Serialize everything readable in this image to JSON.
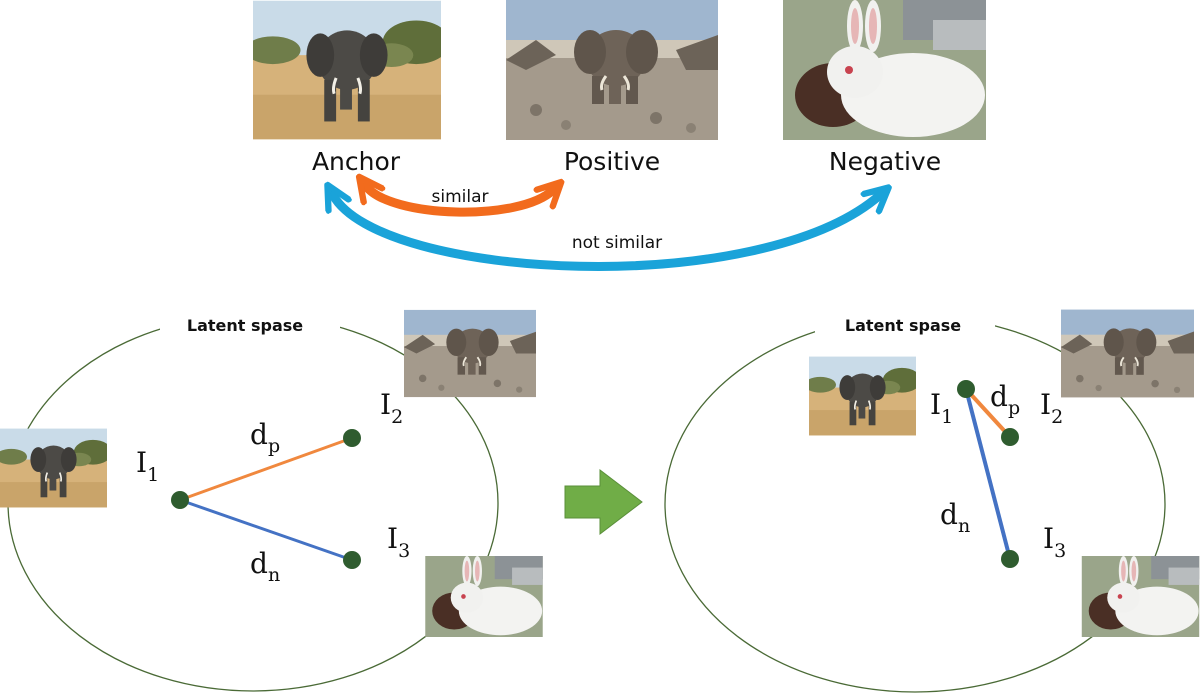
{
  "top": {
    "anchor_label": "Anchor",
    "positive_label": "Positive",
    "negative_label": "Negative",
    "similar_label": "similar",
    "not_similar_label": "not similar"
  },
  "left_panel": {
    "title": "Latent spase",
    "node1_base": "I",
    "node1_sub": "1",
    "node2_base": "I",
    "node2_sub": "2",
    "node3_base": "I",
    "node3_sub": "3",
    "dp_base": "d",
    "dp_sub": "p",
    "dn_base": "d",
    "dn_sub": "n"
  },
  "right_panel": {
    "title": "Latent spase",
    "node1_base": "I",
    "node1_sub": "1",
    "node2_base": "I",
    "node2_sub": "2",
    "node3_base": "I",
    "node3_sub": "3",
    "dp_base": "d",
    "dp_sub": "p",
    "dn_base": "d",
    "dn_sub": "n"
  },
  "colors": {
    "similar_arrow": "#f26b1d",
    "not_similar_arrow": "#1aa3d9",
    "positive_edge": "#f0883e",
    "negative_edge": "#4472c4",
    "node_fill": "#2f5c2f",
    "latent_outline": "#4a6a36",
    "transition_arrow": "#70ad47"
  },
  "images": {
    "anchor": "elephant-savanna-photo",
    "positive": "elephant-rocky-photo",
    "negative": "white-rabbit-photo"
  }
}
